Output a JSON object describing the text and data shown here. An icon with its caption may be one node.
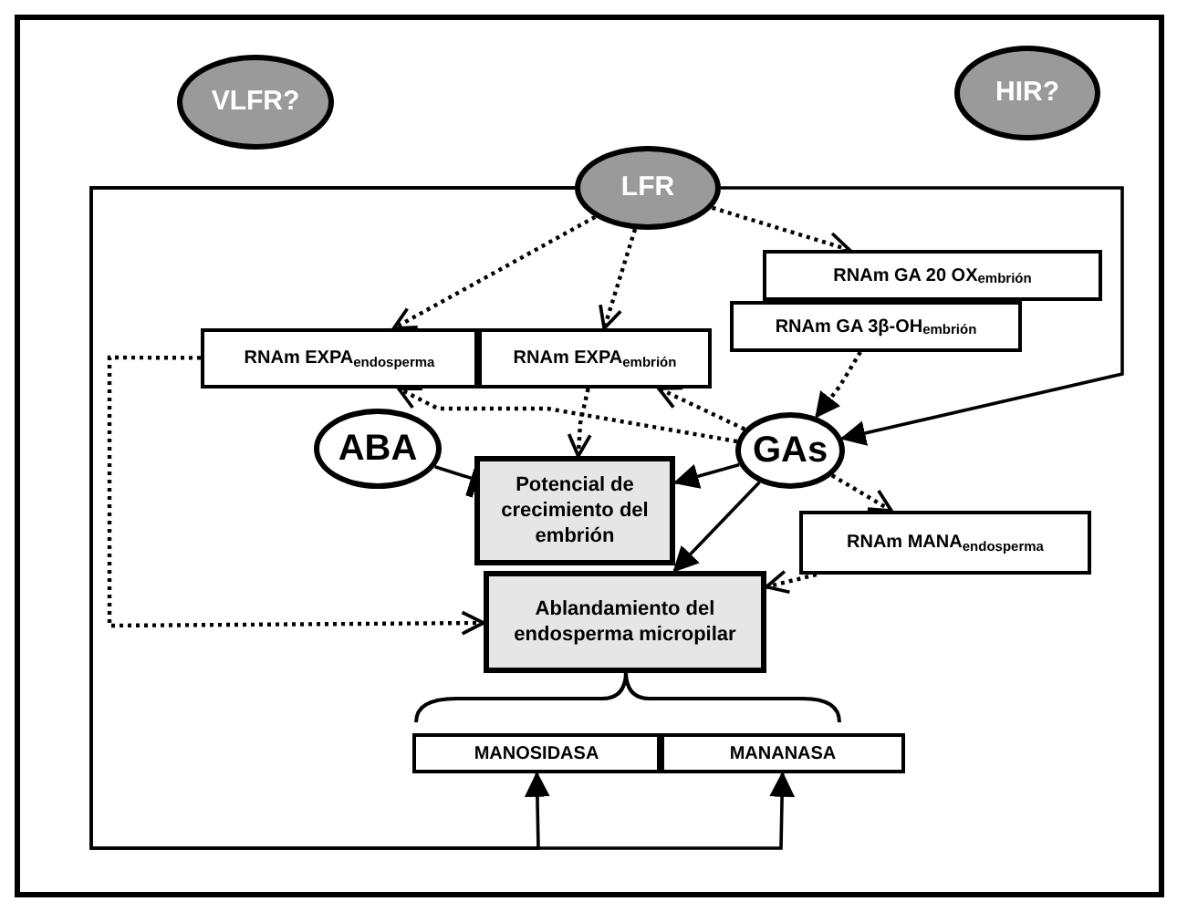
{
  "diagram": {
    "nodes": [
      {
        "text": [
          "VLFR?"
        ]
      },
      {
        "text": [
          "HIR?"
        ]
      },
      {
        "text": [
          "LFR"
        ]
      },
      {
        "text": [
          "RNAm GA 20 OX$_{embrión}$"
        ]
      },
      {
        "text": [
          "RNAm GA 3β-OH$_{embrión}$"
        ]
      },
      {
        "text": [
          "RNAm EXPA$_{endosperma}$"
        ]
      },
      {
        "text": [
          "RNAm EXPA$_{embrión}$"
        ]
      },
      {
        "text": [
          "ABA"
        ]
      },
      {
        "text": [
          "GAs"
        ]
      },
      {
        "text": [
          "Potencial de crecimiento del embrión"
        ]
      },
      {
        "text": [
          "Ablandamiento del endosperma micropilar"
        ]
      },
      {
        "text": [
          "RNAm MANA$_{endosperma}$"
        ]
      },
      {
        "text": [
          "MANOSIDASA"
        ]
      },
      {
        "text": [
          "MANANASA"
        ]
      }
    ],
    "edges": [
      {
        "from": 2,
        "to": 5,
        "arrow": "to",
        "style": "dashed"
      },
      {
        "from": 2,
        "to": 6,
        "arrow": "to",
        "style": "dashed"
      },
      {
        "from": 2,
        "to": 3,
        "arrow": "to",
        "style": "dashed"
      },
      {
        "from": 4,
        "to": 8,
        "arrow": "to",
        "style": "dashed"
      },
      {
        "from": 2,
        "to": 8,
        "arrow": "to"
      },
      {
        "from": 8,
        "to": 6,
        "arrow": "to",
        "style": "dashed"
      },
      {
        "from": 8,
        "to": 5,
        "arrow": "to",
        "style": "dashed"
      },
      {
        "from": 8,
        "to": 11,
        "arrow": "to",
        "style": "dashed"
      },
      {
        "from": 8,
        "to": 9,
        "arrow": "to"
      },
      {
        "from": 8,
        "to": 10,
        "arrow": "to"
      },
      {
        "from": 6,
        "to": 9,
        "arrow": "to",
        "style": "dashed"
      },
      {
        "from": 5,
        "to": 10,
        "arrow": "to",
        "style": "dashed"
      },
      {
        "from": 11,
        "to": 10,
        "arrow": "to",
        "style": "dashed"
      },
      {
        "from": 7,
        "to": 9,
        "arrow": "other"
      },
      {
        "from": 2,
        "to": 12,
        "arrow": "to"
      },
      {
        "from": 2,
        "to": 13,
        "arrow": "to"
      }
    ]
  }
}
